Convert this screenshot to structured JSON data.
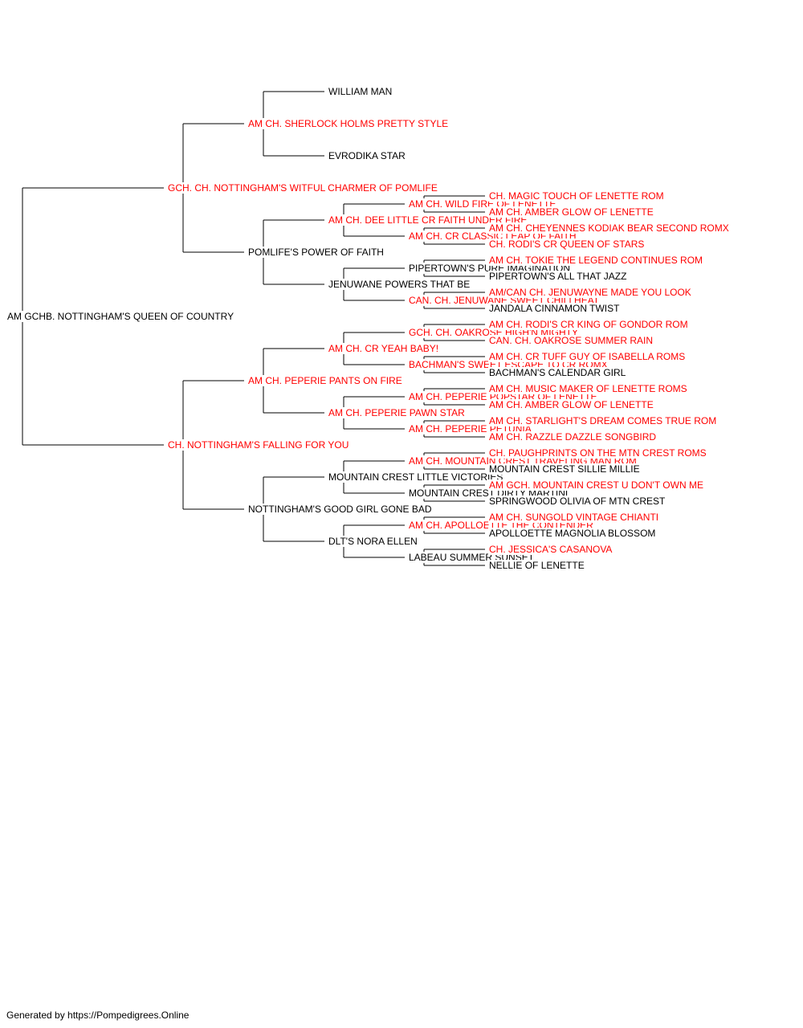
{
  "colors": {
    "champion": "#ff0000",
    "normal": "#000000",
    "lines": "#000000"
  },
  "pedigree": {
    "name": "AM GCHB. NOTTINGHAM'S QUEEN OF COUNTRY",
    "champion": false,
    "sire": {
      "name": "GCH. CH. NOTTINGHAM'S WITFUL CHARMER OF POMLIFE",
      "champion": true,
      "sire": {
        "name": "AM CH. SHERLOCK HOLMS PRETTY STYLE",
        "champion": true,
        "sire": {
          "name": "WILLIAM MAN",
          "champion": false
        },
        "dam": {
          "name": "EVRODIKA STAR",
          "champion": false
        }
      },
      "dam": {
        "name": "POMLIFE'S POWER OF FAITH",
        "champion": false,
        "sire": {
          "name": "AM CH. DEE LITTLE CR FAITH UNDER FIRE",
          "champion": true,
          "sire": {
            "name": "AM CH. WILD FIRE OF LENETTE",
            "champion": true,
            "sire": {
              "name": "CH. MAGIC TOUCH OF LENETTE ROM",
              "champion": true
            },
            "dam": {
              "name": "AM CH. AMBER GLOW OF LENETTE",
              "champion": true
            }
          },
          "dam": {
            "name": "AM CH. CR CLASSIC LEAP OF FAITH",
            "champion": true,
            "sire": {
              "name": "AM CH. CHEYENNES KODIAK BEAR SECOND ROMX",
              "champion": true
            },
            "dam": {
              "name": "CH. RODI'S CR QUEEN OF STARS",
              "champion": true
            }
          }
        },
        "dam": {
          "name": "JENUWANE POWERS THAT BE",
          "champion": false,
          "sire": {
            "name": "PIPERTOWN'S PURE IMAGINATION",
            "champion": false,
            "sire": {
              "name": "AM CH. TOKIE THE LEGEND CONTINUES ROM",
              "champion": true
            },
            "dam": {
              "name": "PIPERTOWN'S ALL THAT JAZZ",
              "champion": false
            }
          },
          "dam": {
            "name": "CAN. CH. JENUWANE SWEET CHILI HEAT",
            "champion": true,
            "sire": {
              "name": "AM/CAN CH. JENUWAYNE MADE YOU LOOK",
              "champion": true
            },
            "dam": {
              "name": "JANDALA CINNAMON TWIST",
              "champion": false
            }
          }
        }
      }
    },
    "dam": {
      "name": "CH. NOTTINGHAM'S FALLING FOR YOU",
      "champion": true,
      "sire": {
        "name": "AM CH. PEPERIE PANTS ON FIRE",
        "champion": true,
        "sire": {
          "name": "AM CH. CR YEAH BABY!",
          "champion": true,
          "sire": {
            "name": "GCH. CH. OAKROSE HIGH'N MIGHTY",
            "champion": true,
            "sire": {
              "name": "AM CH. RODI'S CR KING OF GONDOR ROM",
              "champion": true
            },
            "dam": {
              "name": "CAN. CH. OAKROSE SUMMER RAIN",
              "champion": true
            }
          },
          "dam": {
            "name": "BACHMAN'S SWEET ESCAPE TO CR ROMX",
            "champion": true,
            "sire": {
              "name": "AM CH. CR TUFF GUY OF ISABELLA ROMS",
              "champion": true
            },
            "dam": {
              "name": "BACHMAN'S CALENDAR GIRL",
              "champion": false
            }
          }
        },
        "dam": {
          "name": "AM CH. PEPERIE PAWN STAR",
          "champion": true,
          "sire": {
            "name": "AM CH. PEPERIE POPSTAR OF LENETTE",
            "champion": true,
            "sire": {
              "name": "AM CH. MUSIC MAKER OF LENETTE ROMS",
              "champion": true
            },
            "dam": {
              "name": "AM CH. AMBER GLOW OF LENETTE",
              "champion": true
            }
          },
          "dam": {
            "name": "AM CH. PEPERIE PETUNIA",
            "champion": true,
            "sire": {
              "name": "AM CH. STARLIGHT'S DREAM COMES TRUE ROM",
              "champion": true
            },
            "dam": {
              "name": "AM CH. RAZZLE DAZZLE SONGBIRD",
              "champion": true
            }
          }
        }
      },
      "dam": {
        "name": "NOTTINGHAM'S GOOD GIRL GONE BAD",
        "champion": false,
        "sire": {
          "name": "MOUNTAIN CREST LITTLE VICTORIES",
          "champion": false,
          "sire": {
            "name": "AM CH. MOUNTAIN CREST TRAVELING MAN ROM",
            "champion": true,
            "sire": {
              "name": "CH. PAUGHPRINTS ON THE MTN CREST ROMS",
              "champion": true
            },
            "dam": {
              "name": "MOUNTAIN CREST SILLIE MILLIE",
              "champion": false
            }
          },
          "dam": {
            "name": "MOUNTAIN CREST DIRTY MARTINI",
            "champion": false,
            "sire": {
              "name": "AM GCH. MOUNTAIN CREST U DON'T OWN ME",
              "champion": true
            },
            "dam": {
              "name": "SPRINGWOOD OLIVIA OF MTN CREST",
              "champion": false
            }
          }
        },
        "dam": {
          "name": "DLT'S NORA ELLEN",
          "champion": false,
          "sire": {
            "name": "AM CH. APOLLOETTE THE CONTENDER",
            "champion": true,
            "sire": {
              "name": "AM CH. SUNGOLD VINTAGE CHIANTI",
              "champion": true
            },
            "dam": {
              "name": "APOLLOETTE MAGNOLIA BLOSSOM",
              "champion": false
            }
          },
          "dam": {
            "name": "LABEAU SUMMER SUNSET",
            "champion": false,
            "sire": {
              "name": "CH. JESSICA'S CASANOVA",
              "champion": true
            },
            "dam": {
              "name": "NELLIE OF LENETTE",
              "champion": false
            }
          }
        }
      }
    }
  },
  "footer": "Generated by https://Pompedigrees.Online"
}
